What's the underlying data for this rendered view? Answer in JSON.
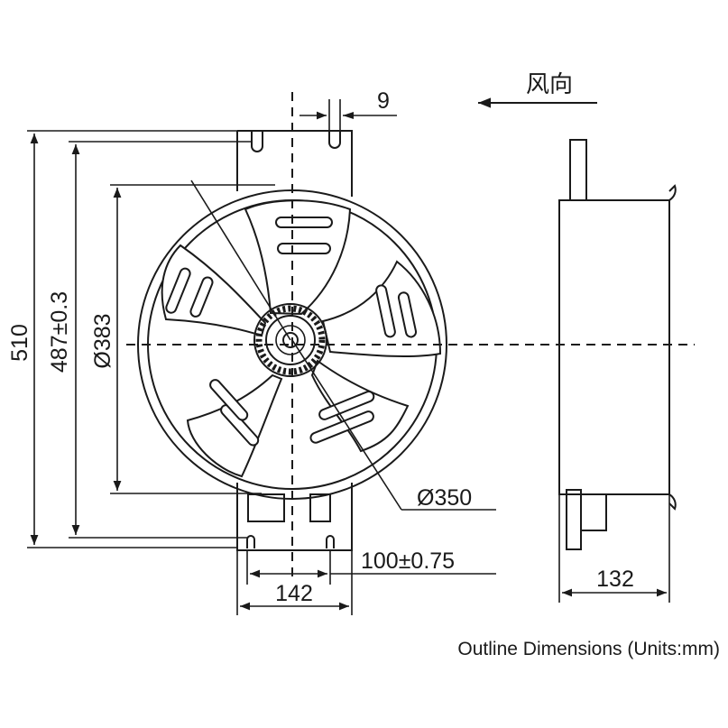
{
  "direction_label": "风向",
  "caption": "Outline Dimensions (Units:mm)",
  "dimensions": {
    "top_offset": "9",
    "overall_height": "510",
    "mount_height": "487±0.3",
    "ring_diameter": "Ø383",
    "blade_diameter": "Ø350",
    "mount_hole_spacing": "100±0.75",
    "bracket_width": "142",
    "side_depth": "132"
  },
  "colors": {
    "line": "#1a1a1a",
    "background": "#ffffff"
  }
}
